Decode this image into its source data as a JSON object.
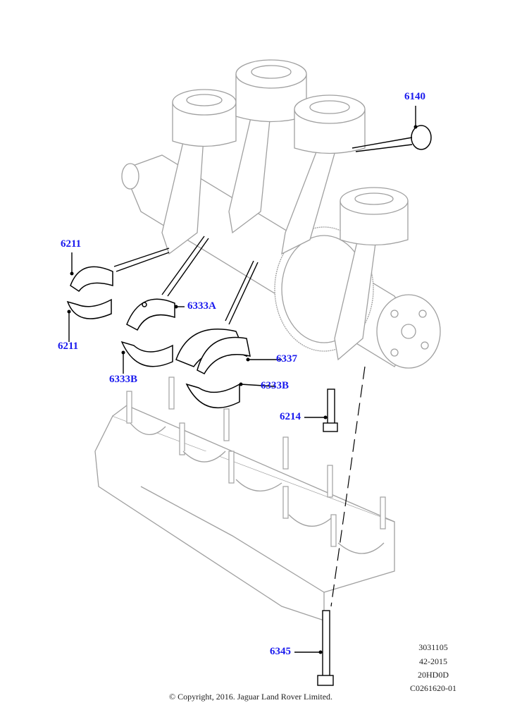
{
  "callouts": {
    "c6140": "6140",
    "c6211a": "6211",
    "c6211b": "6211",
    "c6333a": "6333A",
    "c6333b1": "6333B",
    "c6337": "6337",
    "c6333b2": "6333B",
    "c6214": "6214",
    "c6345": "6345"
  },
  "meta": {
    "line1": "3031105",
    "line2": "42-2015",
    "line3": "20HD0D",
    "line4": "C0261620-01"
  },
  "copyright": "© Copyright, 2016. Jaguar Land Rover Limited.",
  "colors": {
    "callout": "#1a1aee",
    "part_line": "#9a9a9a",
    "leader": "#000000"
  }
}
